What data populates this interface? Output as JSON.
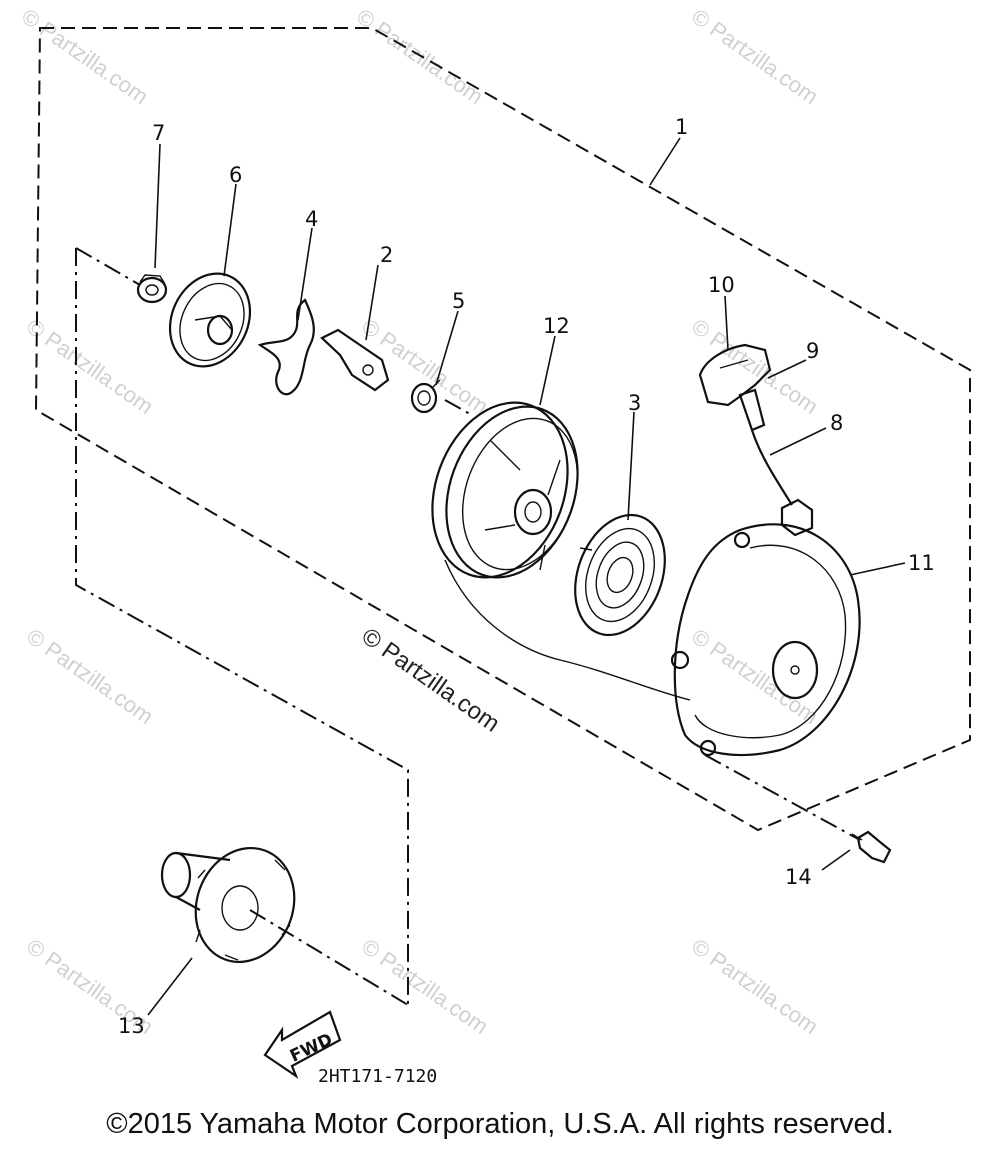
{
  "callouts": [
    {
      "id": "1",
      "label": "1"
    },
    {
      "id": "2",
      "label": "2"
    },
    {
      "id": "3",
      "label": "3"
    },
    {
      "id": "4",
      "label": "4"
    },
    {
      "id": "5",
      "label": "5"
    },
    {
      "id": "6",
      "label": "6"
    },
    {
      "id": "7",
      "label": "7"
    },
    {
      "id": "8",
      "label": "8"
    },
    {
      "id": "9",
      "label": "9"
    },
    {
      "id": "10",
      "label": "10"
    },
    {
      "id": "11",
      "label": "11"
    },
    {
      "id": "12",
      "label": "12"
    },
    {
      "id": "13",
      "label": "13"
    },
    {
      "id": "14",
      "label": "14"
    }
  ],
  "diagram_code": "2HT171-7120",
  "fwd_label": "FWD",
  "watermark": "© Partzilla.com",
  "center_watermark": "© Partzilla.com",
  "copyright": "©2015 Yamaha Motor Corporation, U.S.A. All rights reserved."
}
